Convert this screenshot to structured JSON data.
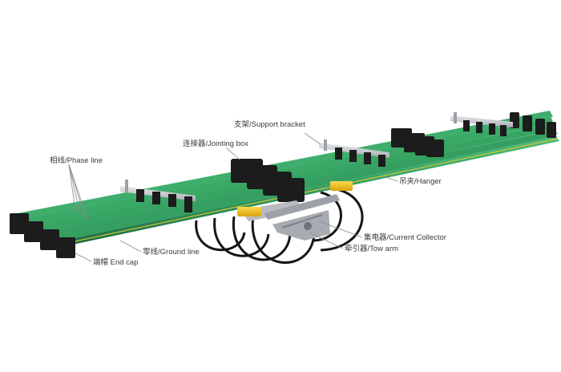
{
  "labels": {
    "phase_line": "相线/Phase line",
    "jointing_box": "连接器/Jointing box",
    "support_bracket": "支架/Support bracket",
    "hanger": "吊夹/Hanger",
    "current_collector": "集电器/Current Collector",
    "tow_arm": "牵引器/Tow arm",
    "ground_line": "零线/Ground line",
    "end_cap": "端帽 End cap"
  },
  "colors": {
    "rail_green": "#2e9a5e",
    "rail_top": "#44b472",
    "rail_dark": "#1f6e43",
    "ground_stripe": "#d8c23a",
    "black_parts": "#1c1c1c",
    "bracket_silver": "#c9ccd0",
    "collector_yellow": "#f2c21b"
  }
}
